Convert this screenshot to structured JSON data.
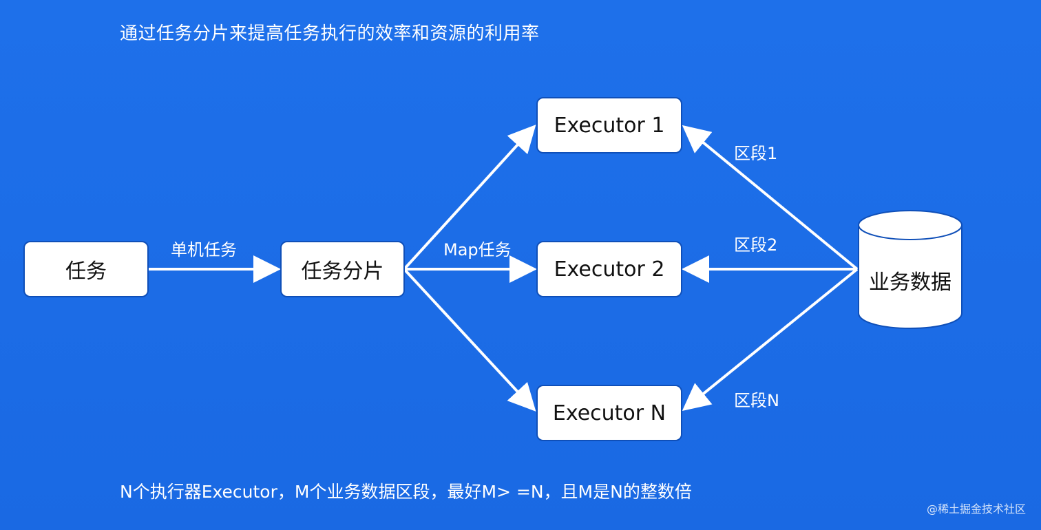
{
  "title": "通过任务分片来提高任务执行的效率和资源的利用率",
  "nodes": {
    "task": "任务",
    "task_shard": "任务分片",
    "executor_1": "Executor 1",
    "executor_2": "Executor 2",
    "executor_n": "Executor N",
    "business_data": "业务数据"
  },
  "edges": {
    "single_machine_task": "单机任务",
    "map_task": "Map任务",
    "segment_1": "区段1",
    "segment_2": "区段2",
    "segment_n": "区段N"
  },
  "footer": "N个执行器Executor，M个业务数据区段，最好M> =N，且M是N的整数倍",
  "watermark": "@稀土掘金技术社区",
  "colors": {
    "background": "#1d6ee8",
    "node_fill": "#ffffff",
    "node_border": "#0f4fb8",
    "arrow": "#ffffff"
  }
}
